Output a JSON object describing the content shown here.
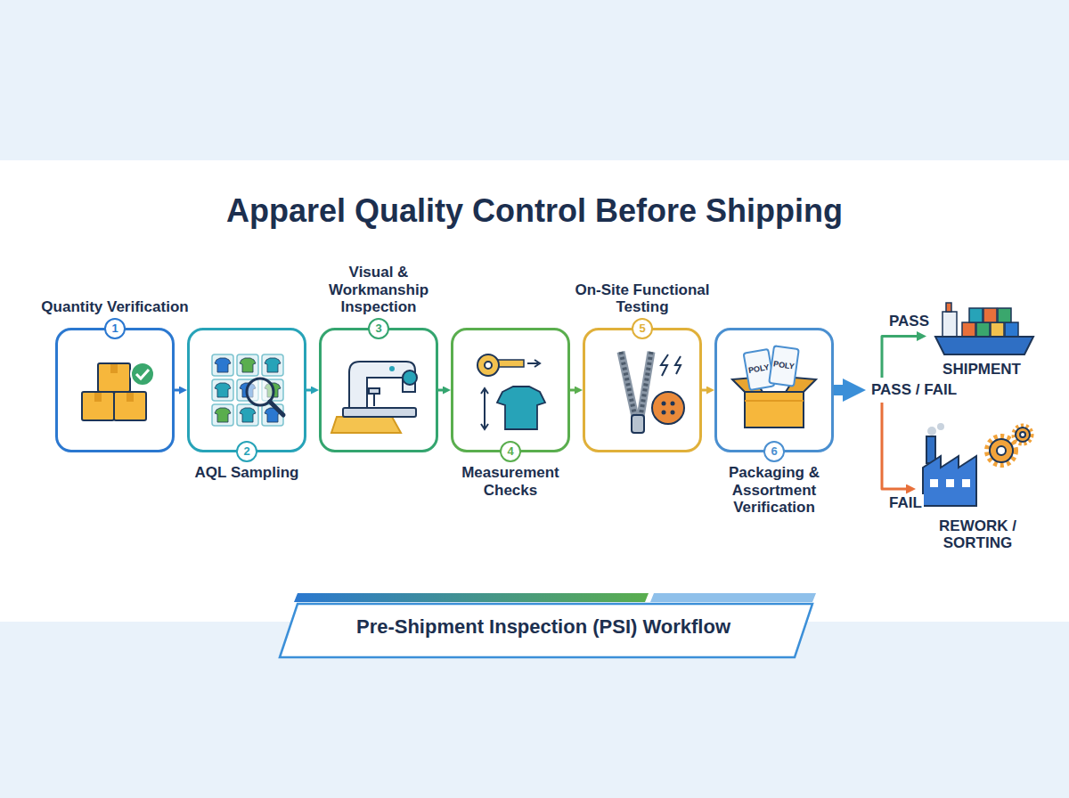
{
  "diagram": {
    "title": "Apparel Quality Control Before Shipping",
    "caption": "Pre-Shipment Inspection (PSI) Workflow",
    "nodes": [
      {
        "text": [
          "1",
          "Quantity Verification"
        ]
      },
      {
        "text": [
          "2",
          "AQL Sampling"
        ]
      },
      {
        "text": [
          "3",
          "Visual & Workmanship Inspection"
        ]
      },
      {
        "text": [
          "4",
          "Measurement Checks"
        ]
      },
      {
        "text": [
          "5",
          "On-Site Functional Testing"
        ]
      },
      {
        "text": [
          "6",
          "Packaging & Assortment Verification"
        ]
      },
      {
        "text": [
          "PASS / FAIL"
        ]
      },
      {
        "text": [
          "SHIPMENT"
        ]
      },
      {
        "text": [
          "REWORK / SORTING"
        ]
      }
    ],
    "edges": [
      {
        "from": 0,
        "to": 1,
        "arrow": "to"
      },
      {
        "from": 1,
        "to": 2,
        "arrow": "to"
      },
      {
        "from": 2,
        "to": 3,
        "arrow": "to"
      },
      {
        "from": 3,
        "to": 4,
        "arrow": "to"
      },
      {
        "from": 4,
        "to": 5,
        "arrow": "to"
      },
      {
        "from": 5,
        "to": 6,
        "arrow": "to"
      },
      {
        "from": 6,
        "to": 7,
        "label": "PASS",
        "arrow": "to"
      },
      {
        "from": 6,
        "to": 8,
        "label": "FAIL",
        "arrow": "to"
      }
    ],
    "labels": [
      "POLY",
      "POLY"
    ]
  }
}
